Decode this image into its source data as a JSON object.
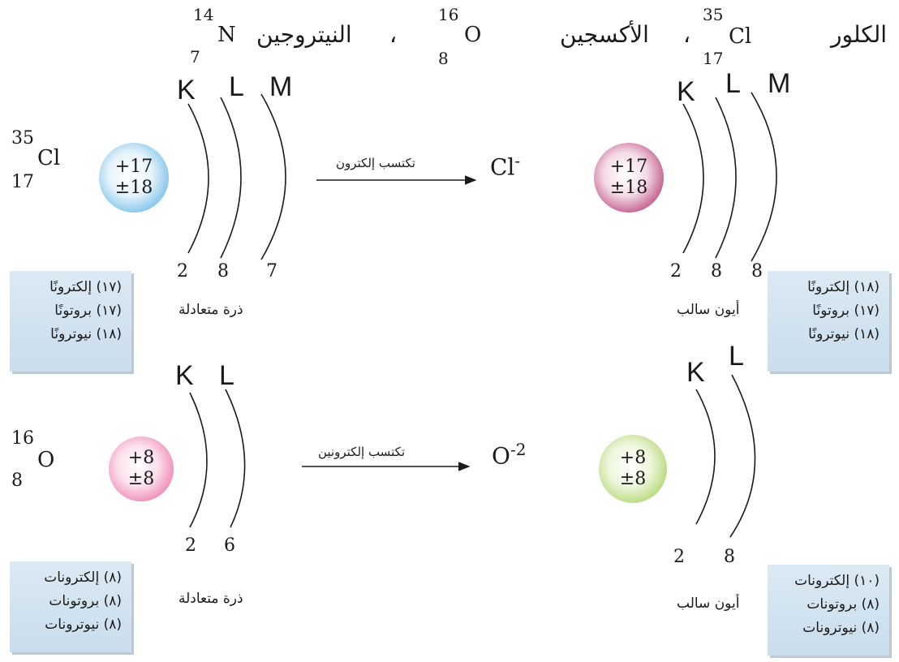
{
  "header": {
    "chlorine_name": "الكلور",
    "chlorine_symbol": "Cl",
    "chlorine_mass": "35",
    "chlorine_number": "17",
    "sep1": "،",
    "oxygen_name": "الأكسجين",
    "oxygen_symbol": "O",
    "oxygen_mass": "16",
    "oxygen_number": "8",
    "sep2": "،",
    "nitrogen_name": "النيتروجين",
    "nitrogen_symbol": "N",
    "nitrogen_mass": "14",
    "nitrogen_number": "7"
  },
  "chlorine_atom": {
    "symbol": "Cl",
    "mass": "35",
    "number": "17",
    "nucleus_top": "+17",
    "nucleus_bottom": "±18",
    "shells": [
      "K",
      "L",
      "M"
    ],
    "electrons": [
      "2",
      "8",
      "7"
    ],
    "caption": "ذرة متعادلة",
    "info": [
      "(١٧) إلكترونًا",
      "(١٧) بروتونًا",
      "(١٨) نيوترونًا"
    ]
  },
  "chlorine_arrow": {
    "label": "تكتسب إلكترون"
  },
  "chlorine_ion": {
    "symbol": "Cl",
    "charge": "-",
    "nucleus_top": "+17",
    "nucleus_bottom": "±18",
    "shells": [
      "K",
      "L",
      "M"
    ],
    "electrons": [
      "2",
      "8",
      "8"
    ],
    "caption": "أيون سالب",
    "info": [
      "(١٨) إلكترونًا",
      "(١٧) بروتونًا",
      "(١٨) نيوترونًا"
    ]
  },
  "oxygen_atom": {
    "symbol": "O",
    "mass": "16",
    "number": "8",
    "nucleus_top": "+8",
    "nucleus_bottom": "±8",
    "shells": [
      "K",
      "L"
    ],
    "electrons": [
      "2",
      "6"
    ],
    "caption": "ذرة متعادلة",
    "info": [
      "(٨) إلكترونات",
      "(٨) بروتونات",
      "(٨) نيوترونات"
    ]
  },
  "oxygen_arrow": {
    "label": "تكتسب إلكترونين"
  },
  "oxygen_ion": {
    "symbol": "O",
    "charge": "-2",
    "nucleus_top": "+8",
    "nucleus_bottom": "±8",
    "shells": [
      "K",
      "L"
    ],
    "electrons": [
      "2",
      "8"
    ],
    "caption": "أيون سالب",
    "info": [
      "(١٠) إلكترونات",
      "(٨) بروتونات",
      "(٨) نيوترونات"
    ]
  },
  "colors": {
    "chlorine_atom_nucleus": "#2d93cf",
    "chlorine_ion_nucleus": "#8b1d55",
    "oxygen_atom_nucleus": "#e0448a",
    "oxygen_ion_nucleus": "#88c14a",
    "info_box": "#d2e3f0"
  }
}
